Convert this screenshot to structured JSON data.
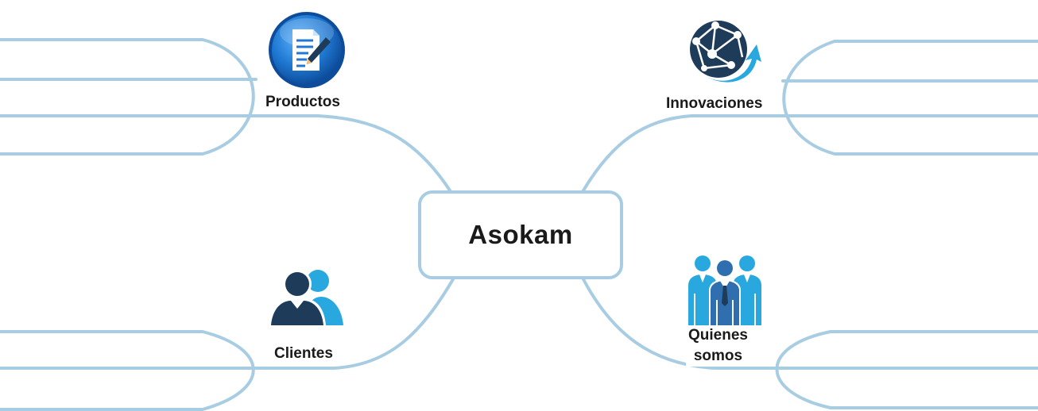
{
  "diagram": {
    "center": {
      "label": "Asokam"
    },
    "branches": {
      "productos": {
        "label": "Productos",
        "icon": "document-pen-icon"
      },
      "innovaciones": {
        "label": "Innovaciones",
        "icon": "network-globe-icon"
      },
      "clientes": {
        "label": "Clientes",
        "icon": "users-icon"
      },
      "quienes": {
        "label_line1": "Quienes",
        "label_line2": "somos",
        "icon": "team-icon"
      }
    },
    "colors": {
      "connector": "#a8cde3",
      "text": "#1a1a1a",
      "icon_dark": "#1e3c5a",
      "icon_light": "#29a8e0",
      "icon_blue": "#1f78d1"
    }
  }
}
